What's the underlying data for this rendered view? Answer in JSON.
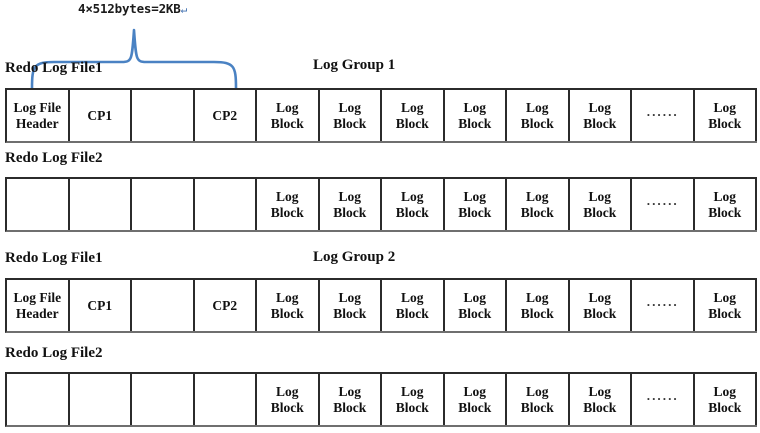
{
  "diagram": {
    "title_annotation": {
      "text": "4×512bytes=2KB",
      "return_mark": "↵",
      "brace_color": "#4a82c3"
    },
    "groups": [
      {
        "group_label": "Log Group 1",
        "files": [
          {
            "file_label": "Redo Log File1",
            "cells": [
              "Log File\nHeader",
              "CP1",
              "",
              "CP2",
              "Log\nBlock",
              "Log\nBlock",
              "Log\nBlock",
              "Log\nBlock",
              "Log\nBlock",
              "Log\nBlock",
              "······",
              "Log\nBlock"
            ]
          },
          {
            "file_label": "Redo Log File2",
            "cells": [
              "",
              "",
              "",
              "",
              "Log\nBlock",
              "Log\nBlock",
              "Log\nBlock",
              "Log\nBlock",
              "Log\nBlock",
              "Log\nBlock",
              "······",
              "Log\nBlock"
            ]
          }
        ]
      },
      {
        "group_label": "Log Group 2",
        "files": [
          {
            "file_label": "Redo Log File1",
            "cells": [
              "Log File\nHeader",
              "CP1",
              "",
              "CP2",
              "Log\nBlock",
              "Log\nBlock",
              "Log\nBlock",
              "Log\nBlock",
              "Log\nBlock",
              "Log\nBlock",
              "······",
              "Log\nBlock"
            ]
          },
          {
            "file_label": "Redo Log File2",
            "cells": [
              "",
              "",
              "",
              "",
              "Log\nBlock",
              "Log\nBlock",
              "Log\nBlock",
              "Log\nBlock",
              "Log\nBlock",
              "Log\nBlock",
              "······",
              "Log\nBlock"
            ]
          }
        ]
      }
    ]
  }
}
